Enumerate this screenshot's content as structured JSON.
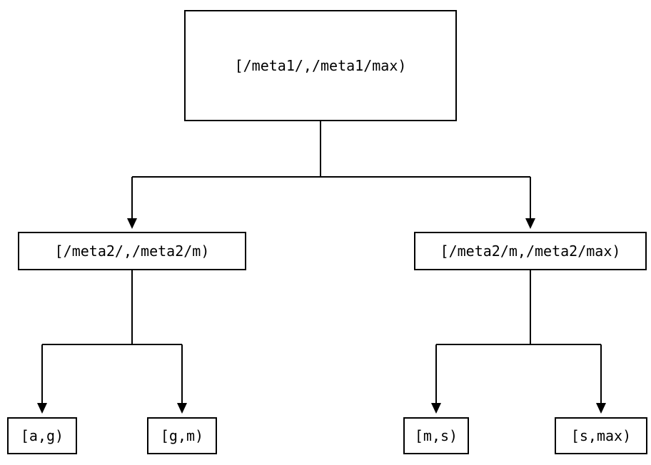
{
  "diagram": {
    "title": "interval-partition-tree",
    "background_color": "#ffffff",
    "stroke_color": "#000000",
    "nodes": {
      "root": {
        "label": "[/meta1/,/meta1/max)"
      },
      "left_child": {
        "label": "[/meta2/,/meta2/m)"
      },
      "right_child": {
        "label": "[/meta2/m,/meta2/max)"
      },
      "leaf_a_g": {
        "label": "[a,g)"
      },
      "leaf_g_m": {
        "label": "[g,m)"
      },
      "leaf_m_s": {
        "label": "[m,s)"
      },
      "leaf_s_max": {
        "label": "[s,max)"
      }
    }
  }
}
